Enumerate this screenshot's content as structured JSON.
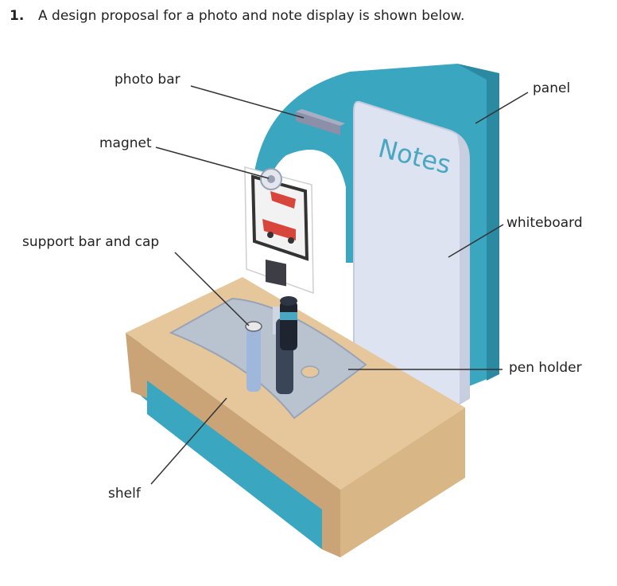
{
  "question": {
    "number": "1.",
    "text": "A design proposal for a photo and note display is shown below."
  },
  "labels": {
    "photo_bar": "photo bar",
    "magnet": "magnet",
    "support_bar_and_cap": "support bar and cap",
    "shelf": "shelf",
    "panel": "panel",
    "whiteboard": "whiteboard",
    "pen_holder": "pen holder"
  },
  "whiteboard_text": "Notes",
  "colors": {
    "panel": "#3aa6bf",
    "panel_dark": "#2b8aa1",
    "wood": "#e6c79c",
    "wood_dark": "#caa476",
    "whiteboard": "#dde3f1",
    "pen_holder": "#b9c2cf",
    "marker_text": "#4aa7c2"
  }
}
